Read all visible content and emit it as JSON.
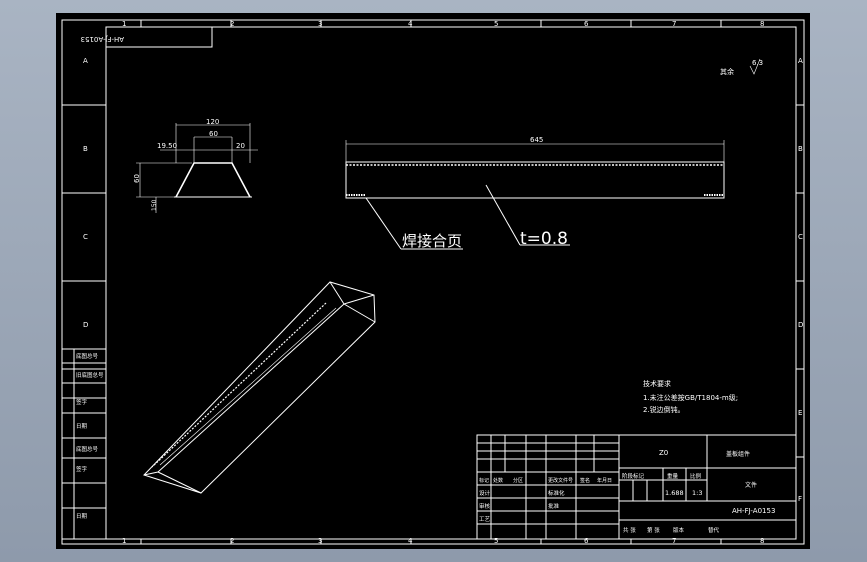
{
  "frame": {
    "columns": [
      "1",
      "2",
      "3",
      "4",
      "5",
      "6",
      "7",
      "8"
    ],
    "rows": [
      "A",
      "B",
      "C",
      "D",
      "E",
      "F"
    ]
  },
  "drawing_no_rotated": "AH-FJ-A0153",
  "roughness": {
    "label": "其余",
    "value": "6.3"
  },
  "section_view": {
    "top_width": "120",
    "mid_width": "60",
    "left_offset": "19.50",
    "right_offset": "20",
    "height": "60",
    "base": "150"
  },
  "front_view": {
    "length": "645"
  },
  "notes": {
    "weld": "焊接合页",
    "thickness": "t=0.8"
  },
  "tech_req": {
    "title": "技术要求",
    "line1": "1.未注公差按GB/T1804-m级;",
    "line2": "2.锐边倒钝。"
  },
  "left_table": [
    "底图总号",
    "旧底图总号",
    "签字",
    "日期",
    "底图总号",
    "签字",
    "日期"
  ],
  "title_block": {
    "material": "Z0",
    "part_name": "盖板组件",
    "weight": "1.688",
    "scale": "1:3",
    "company": "文件",
    "drawing_no": "AH-FJ-A0153",
    "headers": [
      "标记",
      "处数",
      "分区",
      "更改文件号",
      "签名",
      "年月日"
    ],
    "rows": [
      "设计",
      "审核",
      "工艺",
      "标准化",
      "批准"
    ],
    "mid_labels": [
      "阶段标记",
      "重量",
      "比例"
    ],
    "bottom": [
      "共 张",
      "第 张",
      "版本",
      "替代"
    ]
  }
}
